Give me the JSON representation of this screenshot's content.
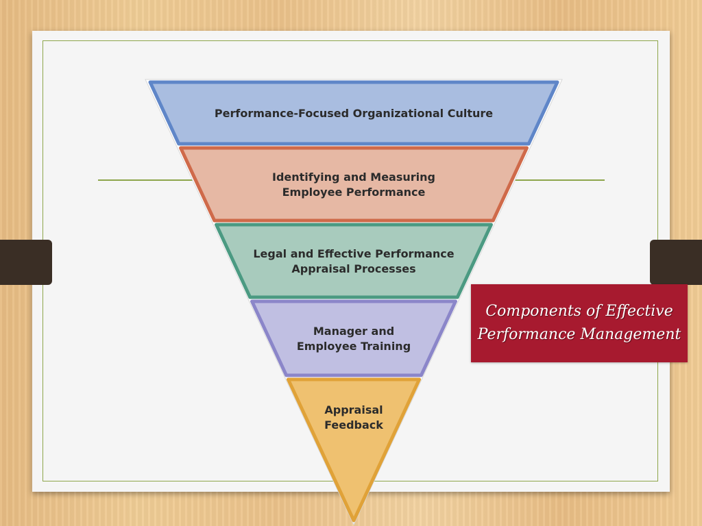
{
  "title": {
    "line1": "Components of  Effective",
    "line2": "Performance Management"
  },
  "layers": [
    {
      "lines": [
        "Performance-Focused Organizational Culture"
      ],
      "fill": "#a9bde0",
      "edge": "#5f86c8"
    },
    {
      "lines": [
        "Identifying and Measuring",
        "Employee Performance"
      ],
      "fill": "#e6b8a4",
      "edge": "#cf6a4a"
    },
    {
      "lines": [
        "Legal and Effective Performance",
        "Appraisal Processes"
      ],
      "fill": "#a8cbbd",
      "edge": "#4b9a82"
    },
    {
      "lines": [
        "Manager and",
        "Employee Training"
      ],
      "fill": "#c0bfe2",
      "edge": "#8b86c9"
    },
    {
      "lines": [
        "Appraisal",
        "Feedback"
      ],
      "fill": "#efc170",
      "edge": "#e0a238"
    }
  ],
  "colors": {
    "title_box": "#a71a2f",
    "frame_rule": "#8da54a",
    "tab": "#3a2e25"
  }
}
